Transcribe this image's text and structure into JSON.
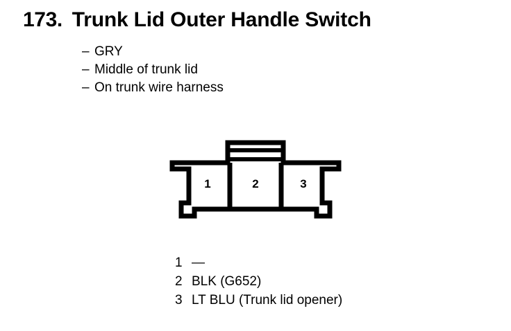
{
  "header": {
    "number": "173.",
    "title": "Trunk Lid Outer Handle Switch"
  },
  "details": [
    {
      "dash": "–",
      "text": "GRY"
    },
    {
      "dash": "–",
      "text": "Middle of trunk lid"
    },
    {
      "dash": "–",
      "text": "On trunk wire harness"
    }
  ],
  "connector": {
    "name": "3-pin connector face view",
    "pins": [
      {
        "label": "1"
      },
      {
        "label": "2"
      },
      {
        "label": "3"
      }
    ],
    "line_color": "#000000",
    "fill_color": "#ffffff"
  },
  "legend": [
    {
      "pin": "1",
      "desc": "—"
    },
    {
      "pin": "2",
      "desc": "BLK (G652)"
    },
    {
      "pin": "3",
      "desc": "LT BLU (Trunk lid opener)"
    }
  ]
}
